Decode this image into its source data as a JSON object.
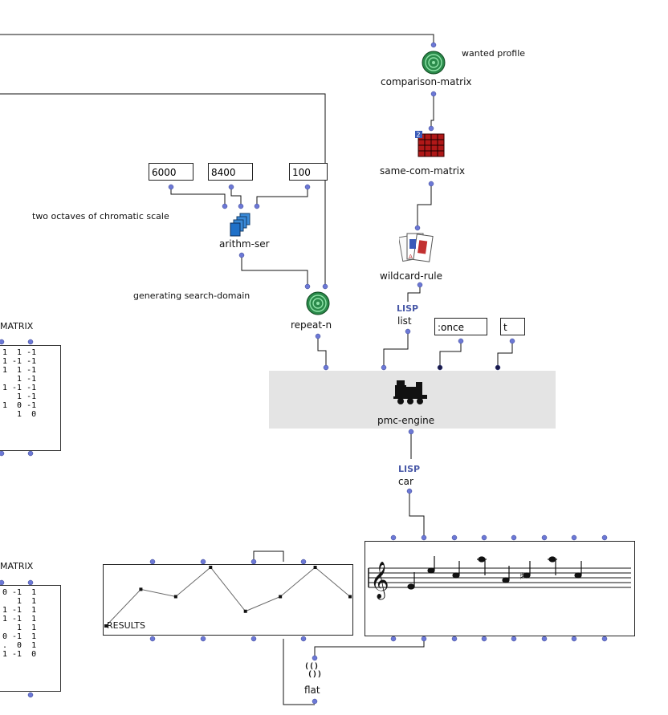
{
  "comments": {
    "wanted_profile": "wanted profile",
    "two_octaves": "two octaves of chromatic scale",
    "generating": "generating search-domain"
  },
  "boxes": {
    "comparison_matrix": "comparison-matrix",
    "same_com_matrix": "same-com-matrix",
    "arithm_ser": "arithm-ser",
    "wildcard_rule": "wildcard-rule",
    "repeat_n": "repeat-n",
    "list": "list",
    "pmc_engine": "pmc-engine",
    "car": "car",
    "flat": "flat"
  },
  "lisp_tag": "LISP",
  "inputs": {
    "v6000": "6000",
    "v8400": "8400",
    "v100": "100",
    "once": ":once",
    "t": "t"
  },
  "matrix_top": {
    "label": "MATRIX",
    "rows": [
      "1  1 -1",
      "1 -1 -1",
      "1  1 -1",
      "   1 -1",
      "1 -1 -1",
      "   1 -1",
      "1  0 -1",
      "   1  0"
    ]
  },
  "matrix_bottom": {
    "label": "MATRIX",
    "rows": [
      "0 -1  1",
      "   1  1",
      "1 -1  1",
      "1 -1  1",
      "   1  1",
      "0 -1  1",
      ".  0  1",
      "1 -1  0"
    ]
  },
  "results_label": "RESULTS",
  "chart_data": {
    "type": "line",
    "title": "",
    "xlabel": "",
    "ylabel": "",
    "x": [
      0,
      1,
      2,
      3,
      4,
      5,
      6,
      7
    ],
    "values": [
      0,
      5,
      4,
      8,
      2,
      4,
      8,
      4
    ],
    "ylim": [
      0,
      8
    ]
  },
  "colors": {
    "outlet": "#6c78d6",
    "lisp": "#4a5aa8",
    "engine_bg": "#e4e4e4",
    "green_icon": "#2a8a4a"
  },
  "icons": {
    "comparison_matrix": "green-spiral-icon",
    "same_com_matrix": "red-grid-icon",
    "arithm_ser": "blue-stack-icon",
    "wildcard_rule": "playing-cards-icon",
    "repeat_n": "green-spiral-icon",
    "pmc_engine": "locomotive-icon",
    "flat": "parentheses-icon"
  }
}
